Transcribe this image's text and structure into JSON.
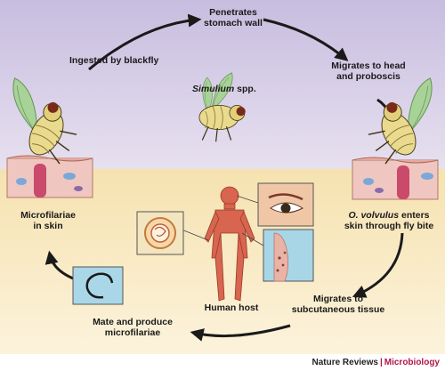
{
  "steps": {
    "penetrates_line1": "Penetrates",
    "penetrates_line2": "stomach wall",
    "ingested": "Ingested by blackfly",
    "migrates_head_line1": "Migrates to head",
    "migrates_head_line2": "and proboscis",
    "species_italic": "Simulium",
    "species_rest": " spp.",
    "enters_italic": "O. volvulus",
    "enters_rest": " enters",
    "enters_line2": "skin through fly bite",
    "microfilariae_line1": "Microfilariae",
    "microfilariae_line2": "in skin",
    "subcut_line1": "Migrates to",
    "subcut_line2": "subcutaneous tissue",
    "mate_line1": "Mate and produce",
    "mate_line2": "microfilariae",
    "human_host": "Human host"
  },
  "credit": {
    "journal": "Nature Reviews",
    "separator": "|",
    "section": "Microbiology"
  },
  "colors": {
    "sky_top": "#c9bfe0",
    "sky_bottom": "#e6dfee",
    "sand_top": "#f5e3b4",
    "sand_bottom": "#fbf1d6",
    "fly_body": "#e8d98a",
    "fly_wing": "#9fd08a",
    "human": "#d8654f",
    "inset_blue": "#a9d7e8",
    "arrow": "#1a1a1a"
  }
}
